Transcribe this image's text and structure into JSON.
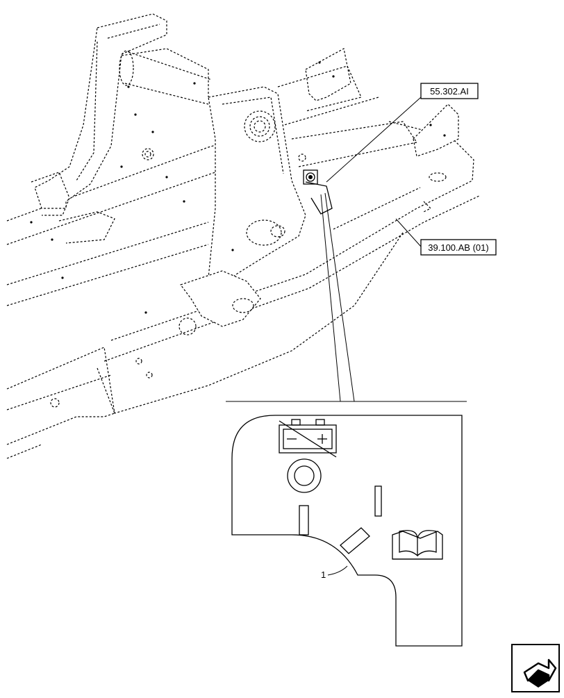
{
  "diagram": {
    "callouts": [
      {
        "id": "ref-55302",
        "label": "55.302.AI"
      },
      {
        "id": "ref-39100",
        "label": "39.100.AB (01)"
      }
    ],
    "item_number": "1",
    "nav_icon": "next-page-arrow-icon"
  }
}
